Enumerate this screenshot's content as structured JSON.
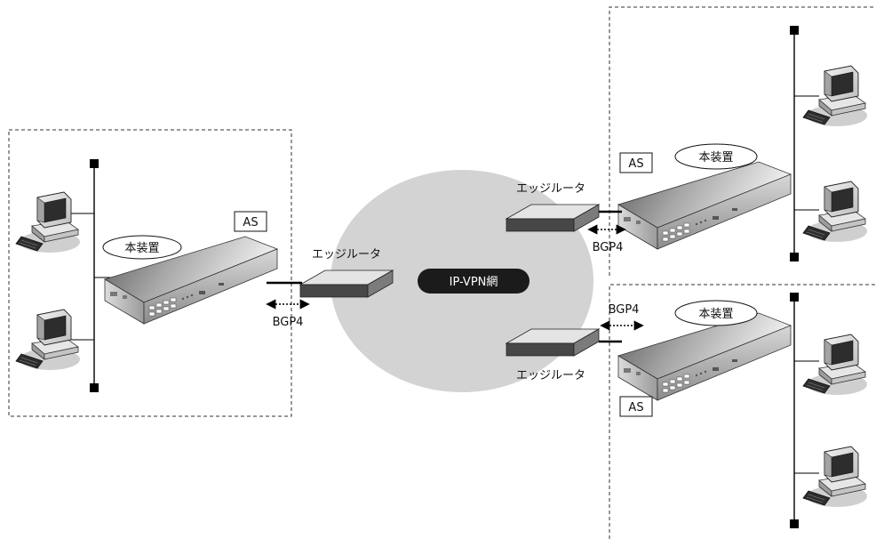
{
  "network": {
    "name": "IP-VPN網"
  },
  "labels": {
    "as": "AS",
    "device": "本装置",
    "edge_router": "エッジルータ",
    "protocol": "BGP4"
  },
  "sites": [
    {
      "id": "left",
      "as_label": "AS",
      "device_label": "本装置",
      "edge_label": "エッジルータ",
      "protocol": "BGP4",
      "pc_count": 2
    },
    {
      "id": "top-right",
      "as_label": "AS",
      "device_label": "本装置",
      "edge_label": "エッジルータ",
      "protocol": "BGP4",
      "pc_count": 2
    },
    {
      "id": "bottom-right",
      "as_label": "AS",
      "device_label": "本装置",
      "edge_label": "エッジルータ",
      "protocol": "BGP4",
      "pc_count": 2
    }
  ],
  "colors": {
    "cloud": "#d3d3d3",
    "badge": "#1b1b1b",
    "router_top": "#e2e2e2",
    "router_front": "#4a4a4a",
    "device_top_dark": "#6b6b6b",
    "line": "#000000"
  },
  "icons": [
    "personal-computer-icon",
    "router-device-icon",
    "edge-router-icon",
    "bidirectional-arrow-icon",
    "lan-terminator-icon"
  ]
}
